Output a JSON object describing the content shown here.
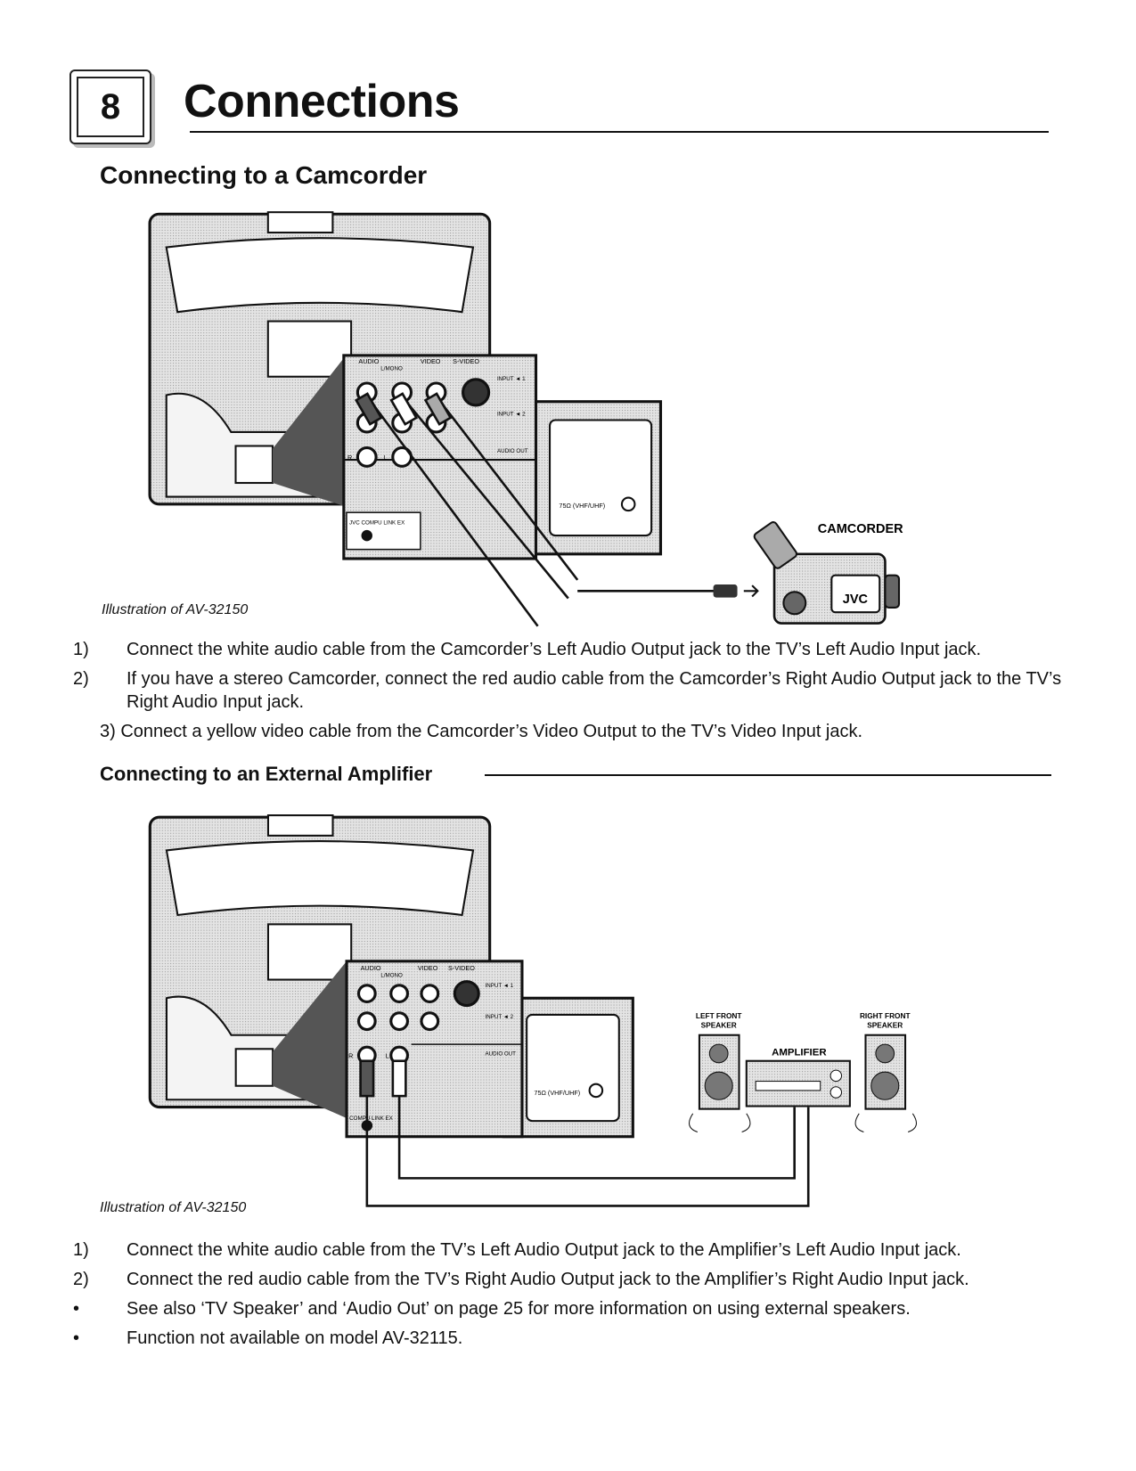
{
  "header": {
    "chapter_number": "8",
    "title": "Connections"
  },
  "camcorder_section": {
    "heading": "Connecting to a Camcorder",
    "caption": "Illustration of AV-32150",
    "figure_labels": {
      "audio": "AUDIO",
      "l_mono": "L/MONO",
      "video": "VIDEO",
      "s_video": "S-VIDEO",
      "input1": "INPUT ◄ 1",
      "input2": "INPUT ◄ 2",
      "audio_out": "AUDIO OUT",
      "r": "R",
      "l": "L",
      "compulink": "JVC COMPU LINK EX",
      "antenna": "75Ω (VHF/UHF)",
      "camcorder": "CAMCORDER",
      "brand": "JVC"
    },
    "steps": [
      {
        "num": "1)",
        "text": "Connect the white audio cable from the Camcorder’s Left Audio Output jack to the TV’s Left Audio Input jack."
      },
      {
        "num": "2)",
        "text": "If you have a stereo Camcorder, connect the red audio cable from the Camcorder’s Right Audio Output jack to the TV’s Right Audio Input jack."
      },
      {
        "num": "3)",
        "text": "Connect a yellow video cable from the Camcorder’s Video Output to the TV’s Video Input jack."
      }
    ]
  },
  "amplifier_section": {
    "heading": "Connecting to an External Amplifier",
    "caption": "Illustration of AV-32150",
    "figure_labels": {
      "audio": "AUDIO",
      "l_mono": "L/MONO",
      "video": "VIDEO",
      "s_video": "S-VIDEO",
      "input1": "INPUT ◄ 1",
      "input2": "INPUT ◄ 2",
      "audio_out": "AUDIO OUT",
      "r": "R",
      "l": "L",
      "compulink": "COMPU LINK EX",
      "antenna": "75Ω (VHF/UHF)",
      "left_speaker_1": "LEFT FRONT",
      "left_speaker_2": "SPEAKER",
      "right_speaker_1": "RIGHT FRONT",
      "right_speaker_2": "SPEAKER",
      "amplifier": "AMPLIFIER"
    },
    "steps": [
      {
        "num": "1)",
        "text": "Connect the white audio cable from the TV’s Left Audio Output jack to the Amplifier’s Left Audio Input jack."
      },
      {
        "num": "2)",
        "text": "Connect the red audio cable from the TV’s Right Audio Output jack to the Amplifier’s Right Audio Input jack."
      },
      {
        "num": "•",
        "text": "See also ‘TV Speaker’ and ‘Audio Out’ on page 25 for more information on using external speakers."
      },
      {
        "num": "•",
        "text": "Function not available on model AV-32115."
      }
    ]
  }
}
